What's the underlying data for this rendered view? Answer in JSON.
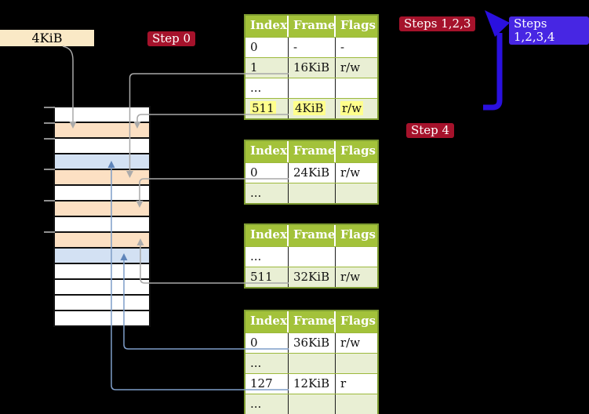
{
  "labels": {
    "frame_size": "4KiB",
    "step0": "Step 0",
    "steps_123": "Steps 1,2,3",
    "steps_1234": "Steps 1,2,3,4",
    "step4": "Step 4"
  },
  "memory_strip": {
    "frames": [
      "white",
      "orange",
      "white",
      "blue",
      "orange",
      "white",
      "orange",
      "white",
      "orange",
      "blue",
      "white",
      "white",
      "white",
      "white"
    ]
  },
  "tables": [
    {
      "headers": [
        "Index",
        "Frame",
        "Flags"
      ],
      "rows": [
        [
          "0",
          "-",
          "-"
        ],
        [
          "1",
          "16KiB",
          "r/w"
        ],
        [
          "...",
          "",
          ""
        ],
        [
          "511",
          "4KiB",
          "r/w"
        ]
      ],
      "highlight_row": 3
    },
    {
      "headers": [
        "Index",
        "Frame",
        "Flags"
      ],
      "rows": [
        [
          "0",
          "24KiB",
          "r/w"
        ],
        [
          "...",
          "",
          ""
        ]
      ],
      "highlight_row": -1
    },
    {
      "headers": [
        "Index",
        "Frame",
        "Flags"
      ],
      "rows": [
        [
          "...",
          "",
          ""
        ],
        [
          "511",
          "32KiB",
          "r/w"
        ]
      ],
      "highlight_row": -1
    },
    {
      "headers": [
        "Index",
        "Frame",
        "Flags"
      ],
      "rows": [
        [
          "0",
          "36KiB",
          "r/w"
        ],
        [
          "...",
          "",
          ""
        ],
        [
          "127",
          "12KiB",
          "r"
        ],
        [
          "...",
          "",
          ""
        ]
      ],
      "highlight_row": -1
    }
  ],
  "colors": {
    "table_header_green": "#A3C23A",
    "table_border_olive": "#7E9C31",
    "table_row_green": "#E9EFD4",
    "highlight_yellow": "#FFFF8C",
    "frame_label_cream": "#FAE9C6",
    "memory_frame_orange": "#FCE0C3",
    "memory_frame_blue": "#D3E1F3",
    "badge_red": "#A5122B",
    "badge_blue": "#4726E3",
    "arrow_blue": "#2A10DF",
    "connector_gray": "#A8A8A8",
    "connector_steelblue": "#7E9DC8"
  }
}
